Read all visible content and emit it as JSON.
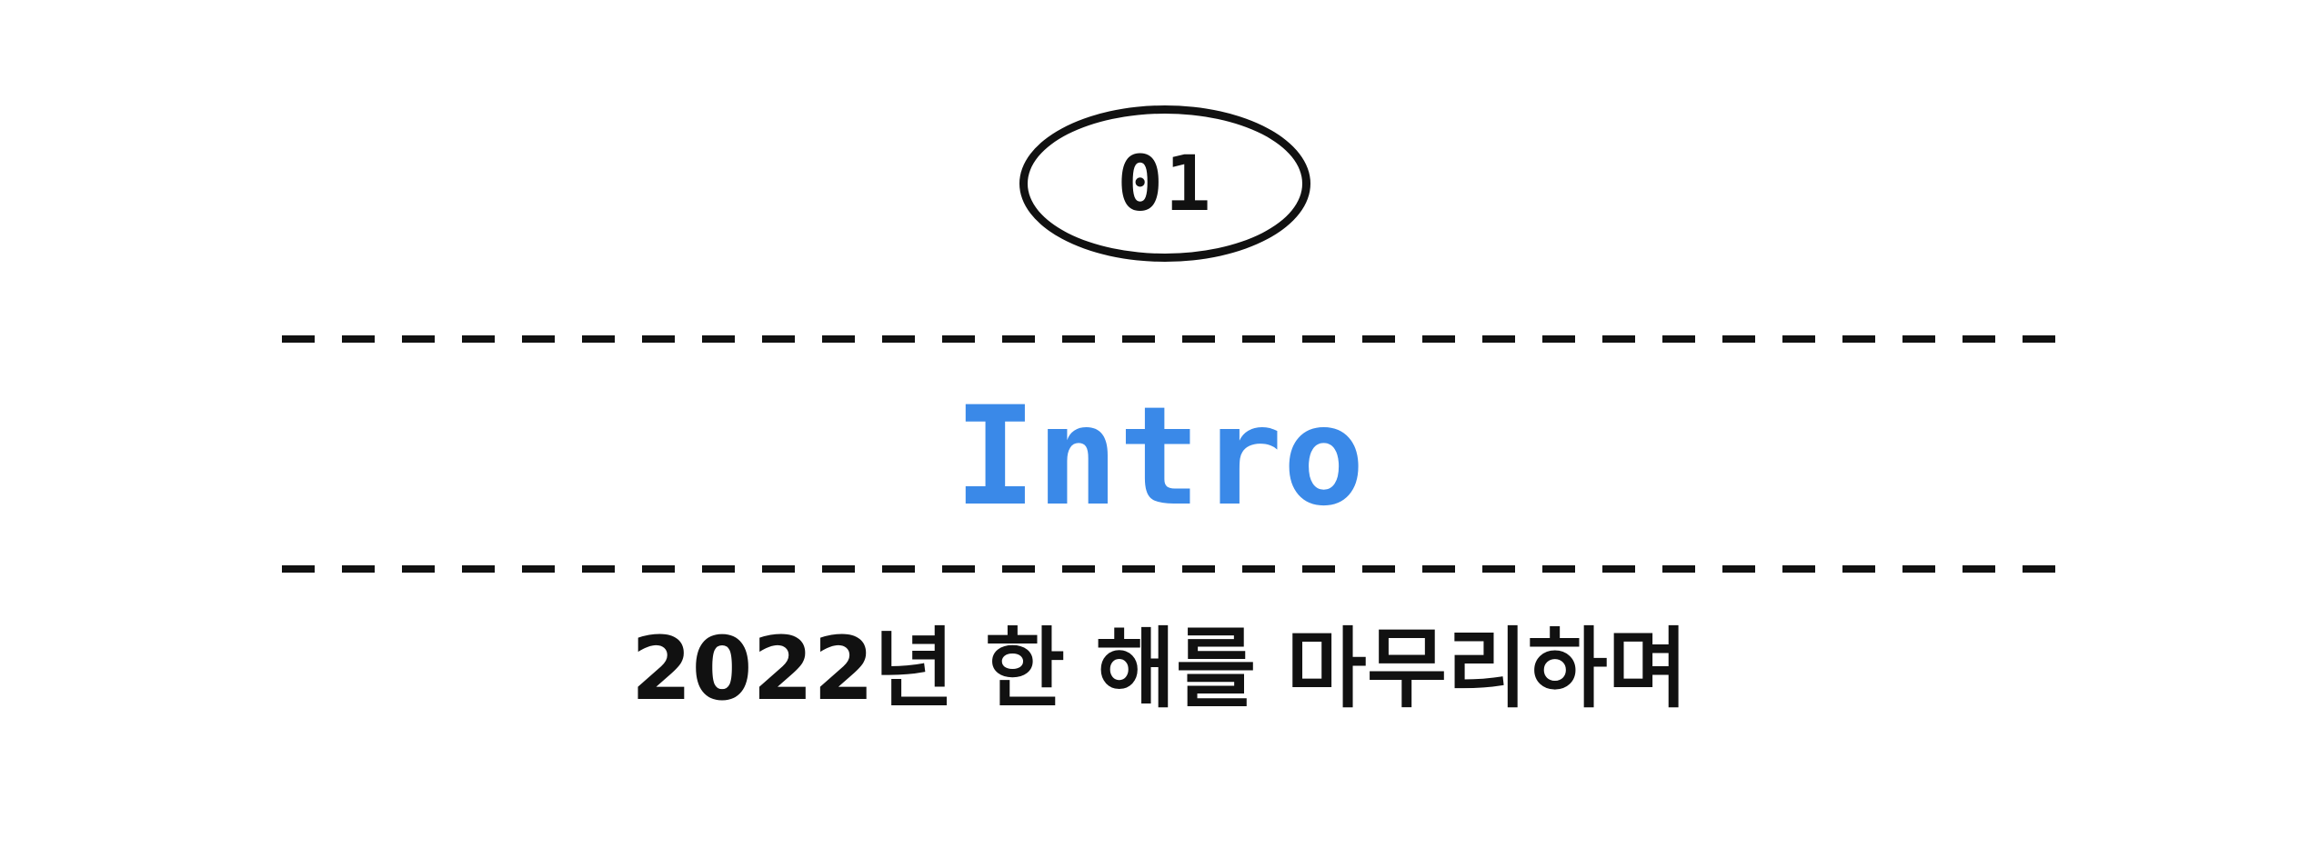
{
  "section": {
    "number": "01",
    "title": "Intro",
    "subtitle": "2022년 한 해를 마무리하며"
  },
  "colors": {
    "accent": "#3a89e8",
    "text": "#111111",
    "background": "#ffffff"
  }
}
